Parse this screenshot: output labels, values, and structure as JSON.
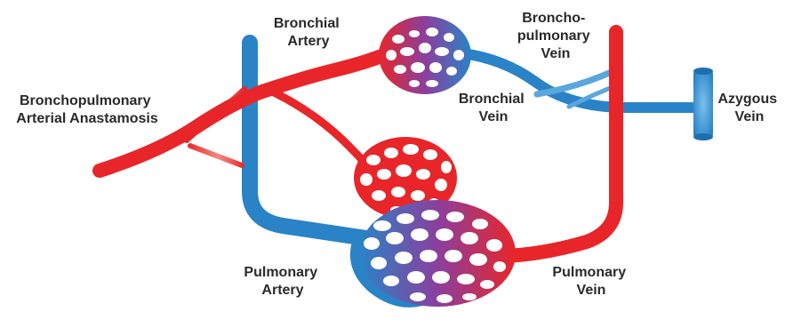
{
  "labels": {
    "bronchopulmonary_arterial_anastamosis": [
      "Bronchopulmonary",
      "Arterial Anastamosis"
    ],
    "bronchial_artery": [
      "Bronchial",
      "Artery"
    ],
    "bronchopulmonary_vein": [
      "Broncho-",
      "pulmonary",
      "Vein"
    ],
    "bronchial_vein": [
      "Bronchial",
      "Vein"
    ],
    "azygous_vein": [
      "Azygous",
      "Vein"
    ],
    "pulmonary_artery": [
      "Pulmonary",
      "Artery"
    ],
    "pulmonary_vein": [
      "Pulmonary",
      "Vein"
    ]
  },
  "colors": {
    "arterial": "#e8262a",
    "venous": "#2a83c7",
    "mixed": "#8b3f9e",
    "text": "#2a2a2a"
  }
}
